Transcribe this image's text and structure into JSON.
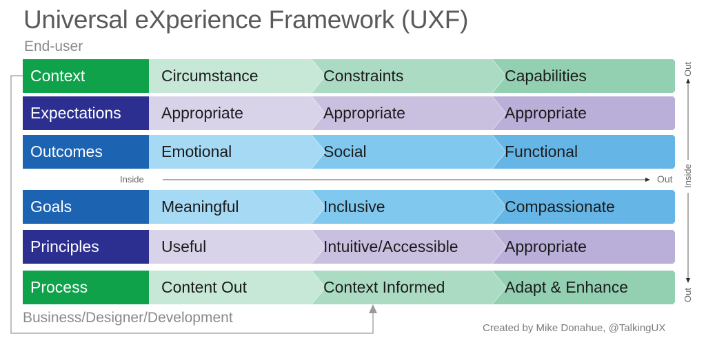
{
  "title": "Universal eXperience Framework (UXF)",
  "top_label": "End-user",
  "bottom_label": "Business/Designer/Development",
  "credit": "Created by Mike Donahue, @TalkingUX",
  "horizontal_axis": {
    "start": "Inside",
    "end": "Out"
  },
  "vertical_axis": {
    "top": "Out",
    "middle": "Inside",
    "bottom": "Out"
  },
  "colors": {
    "green_head": "#0fa24a",
    "navy_head": "#2c2f8f",
    "blue_head": "#1c63b1",
    "green_light": [
      "#c7e7d7",
      "#acdbc3",
      "#93d0b2"
    ],
    "purple_light": [
      "#d9d3ea",
      "#c9c0e0",
      "#b9afd8"
    ],
    "blue_light": [
      "#a6d9f4",
      "#80c8ee",
      "#65b6e6"
    ]
  },
  "rows": [
    {
      "label": "Context",
      "theme": "green",
      "cells": [
        "Circumstance",
        "Constraints",
        "Capabilities"
      ]
    },
    {
      "label": "Expectations",
      "theme": "purple",
      "cells": [
        "Appropriate",
        "Appropriate",
        "Appropriate"
      ]
    },
    {
      "label": "Outcomes",
      "theme": "blue",
      "cells": [
        "Emotional",
        "Social",
        "Functional"
      ]
    },
    {
      "label": "Goals",
      "theme": "blue",
      "cells": [
        "Meaningful",
        "Inclusive",
        "Compassionate"
      ]
    },
    {
      "label": "Principles",
      "theme": "purple",
      "cells": [
        "Useful",
        "Intuitive/Accessible",
        "Appropriate"
      ]
    },
    {
      "label": "Process",
      "theme": "green",
      "cells": [
        "Content Out",
        "Context Informed",
        "Adapt & Enhance"
      ]
    }
  ]
}
